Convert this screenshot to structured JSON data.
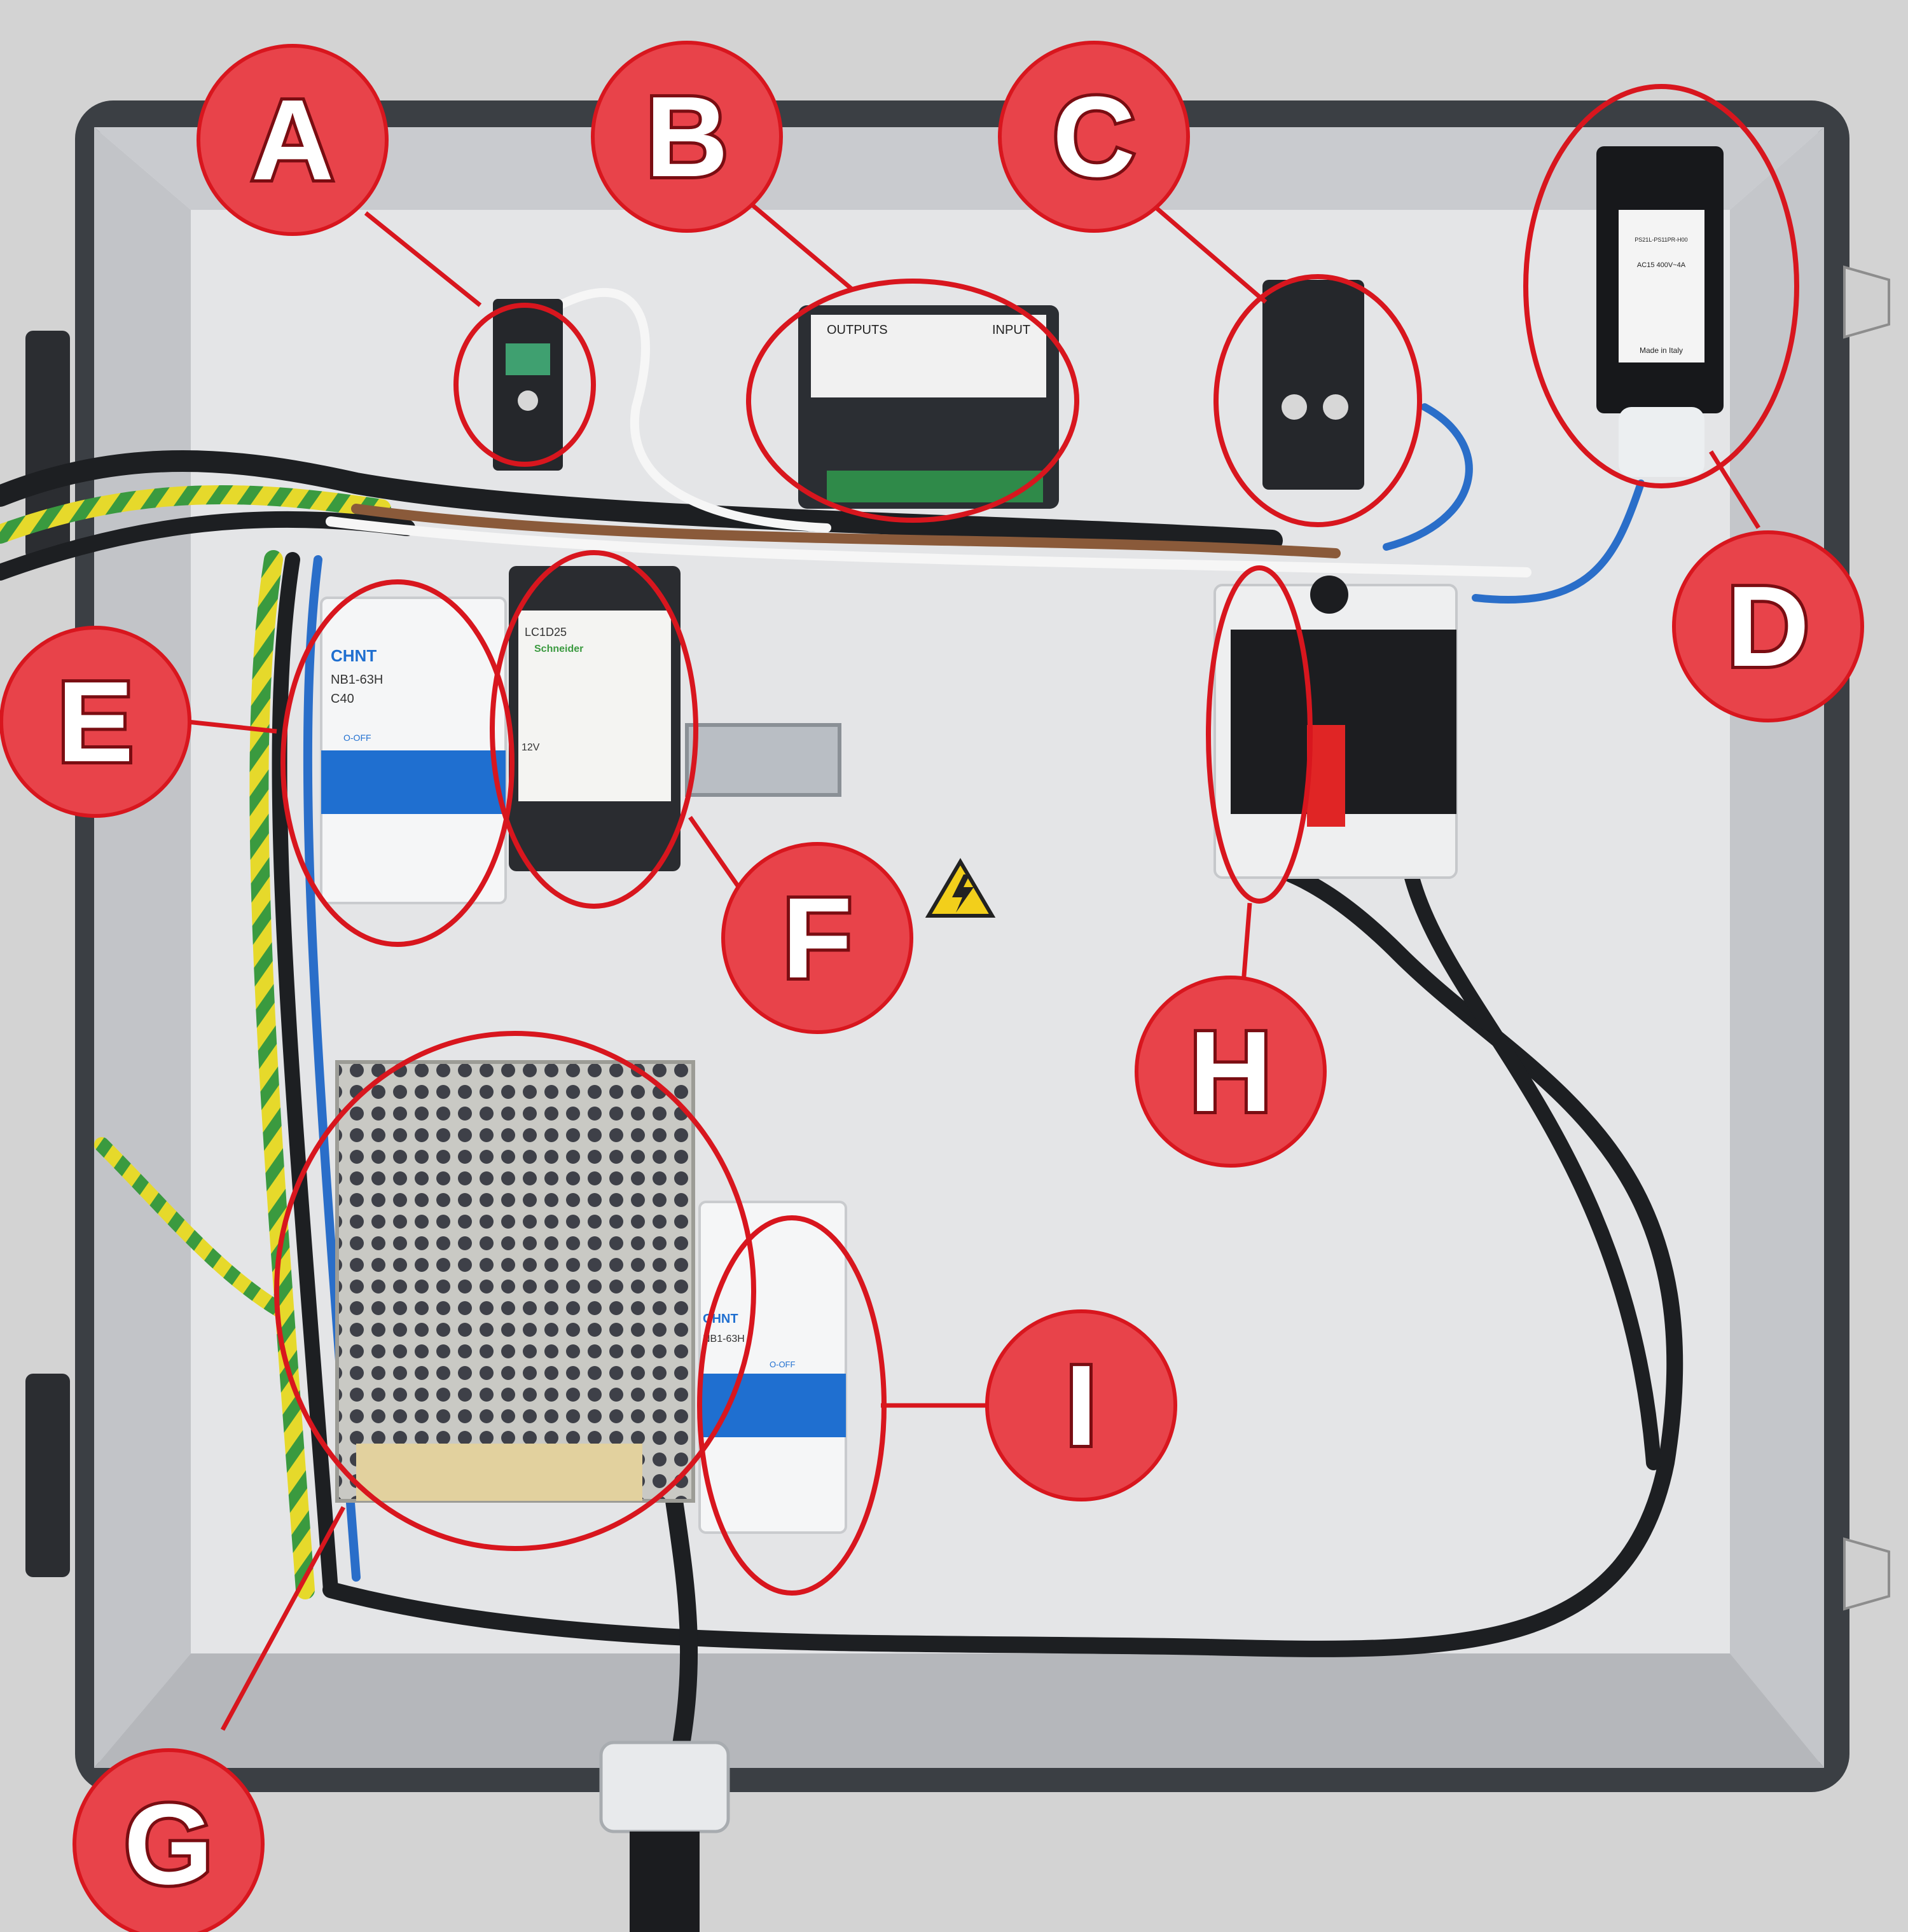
{
  "callouts": [
    {
      "letter": "A"
    },
    {
      "letter": "B"
    },
    {
      "letter": "C"
    },
    {
      "letter": "D"
    },
    {
      "letter": "E"
    },
    {
      "letter": "F"
    },
    {
      "letter": "G"
    },
    {
      "letter": "H"
    },
    {
      "letter": "I"
    }
  ],
  "devices": {
    "breaker_main": {
      "brand": "CHNT",
      "model": "NB1-63H",
      "rating": "C40",
      "state": "O-OFF"
    },
    "contactor": {
      "model": "LC1D25",
      "brand": "Schneider",
      "coil": "12V"
    },
    "controller": {
      "header_left": "OUTPUTS",
      "header_right": "INPUT"
    },
    "breaker_small": {
      "brand": "CHNT",
      "model": "NB1-63H",
      "state": "O-OFF"
    },
    "limit_switch": {
      "model": "PS21L-PS11PR-H00",
      "spec": "AC15 400V~4A",
      "origin": "Made in Italy"
    }
  },
  "colors": {
    "callout_fill": "#e8434a",
    "callout_ring": "#d8161e",
    "letter_fill": "#ffffff",
    "letter_stroke": "#7a0d12",
    "enclosure_frame": "#3b3f44",
    "panel": "#e9eaec"
  }
}
